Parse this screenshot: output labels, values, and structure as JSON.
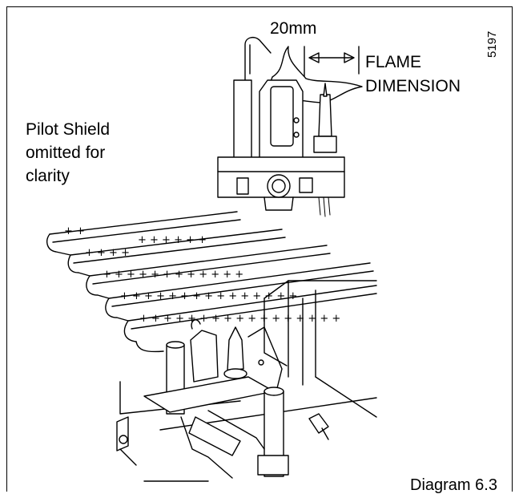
{
  "labels": {
    "dimension": "20mm",
    "flame_dimension": "FLAME\nDIMENSION",
    "diagram_code": "5197",
    "note": "Pilot Shield\nomitted for\nclarity",
    "diagram_number": "Diagram 6.3"
  }
}
